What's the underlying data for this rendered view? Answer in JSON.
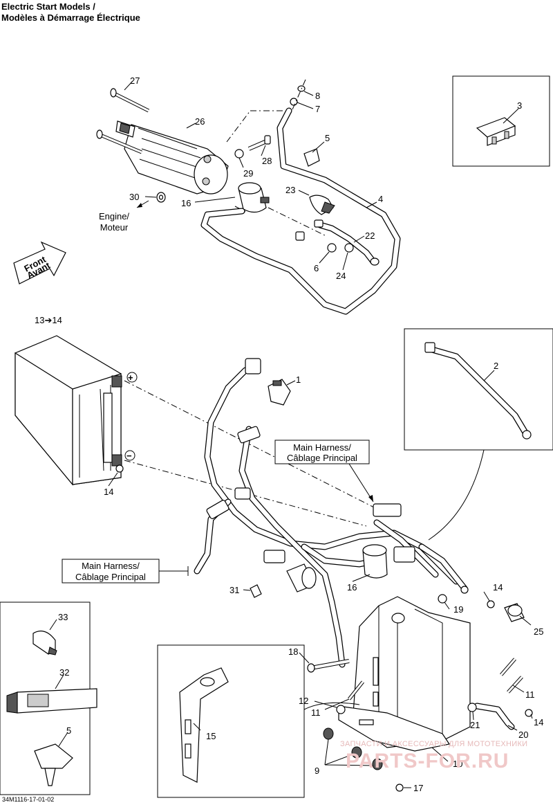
{
  "header": {
    "title_line1": "Electric Start Models /",
    "title_line2": "Modèles à Démarrage Électrique"
  },
  "labels": {
    "engine": "Engine/",
    "moteur": "Moteur",
    "front": "Front",
    "avant": "Avant",
    "battery_ref": "13➔14",
    "plus": "+",
    "minus": "−",
    "main_harness_1": "Main Harness/",
    "cablage_1": "Câblage Principal",
    "main_harness_2": "Main Harness/",
    "cablage_2": "Câblage Principal"
  },
  "callouts": {
    "n1": "1",
    "n2": "2",
    "n3": "3",
    "n4": "4",
    "n5a": "5",
    "n5b": "5",
    "n6": "6",
    "n7": "7",
    "n8": "8",
    "n9": "9",
    "n10": "10",
    "n11a": "11",
    "n11b": "11",
    "n12": "12",
    "n14a": "14",
    "n14b": "14",
    "n14c": "14",
    "n15": "15",
    "n16a": "16",
    "n16b": "16",
    "n17": "17",
    "n18": "18",
    "n19": "19",
    "n20": "20",
    "n21": "21",
    "n22": "22",
    "n23": "23",
    "n24": "24",
    "n25": "25",
    "n26": "26",
    "n27": "27",
    "n28": "28",
    "n29": "29",
    "n30": "30",
    "n31": "31",
    "n32": "32",
    "n33": "33"
  },
  "footer": {
    "drawing_code": "34M1116-17-01-02"
  },
  "watermark": {
    "line1": "ЗАПЧАСТИ И АКСЕССУАРЫ ДЛЯ МОТОТЕХНИКИ",
    "line2": "PARTS-FOR.RU"
  }
}
